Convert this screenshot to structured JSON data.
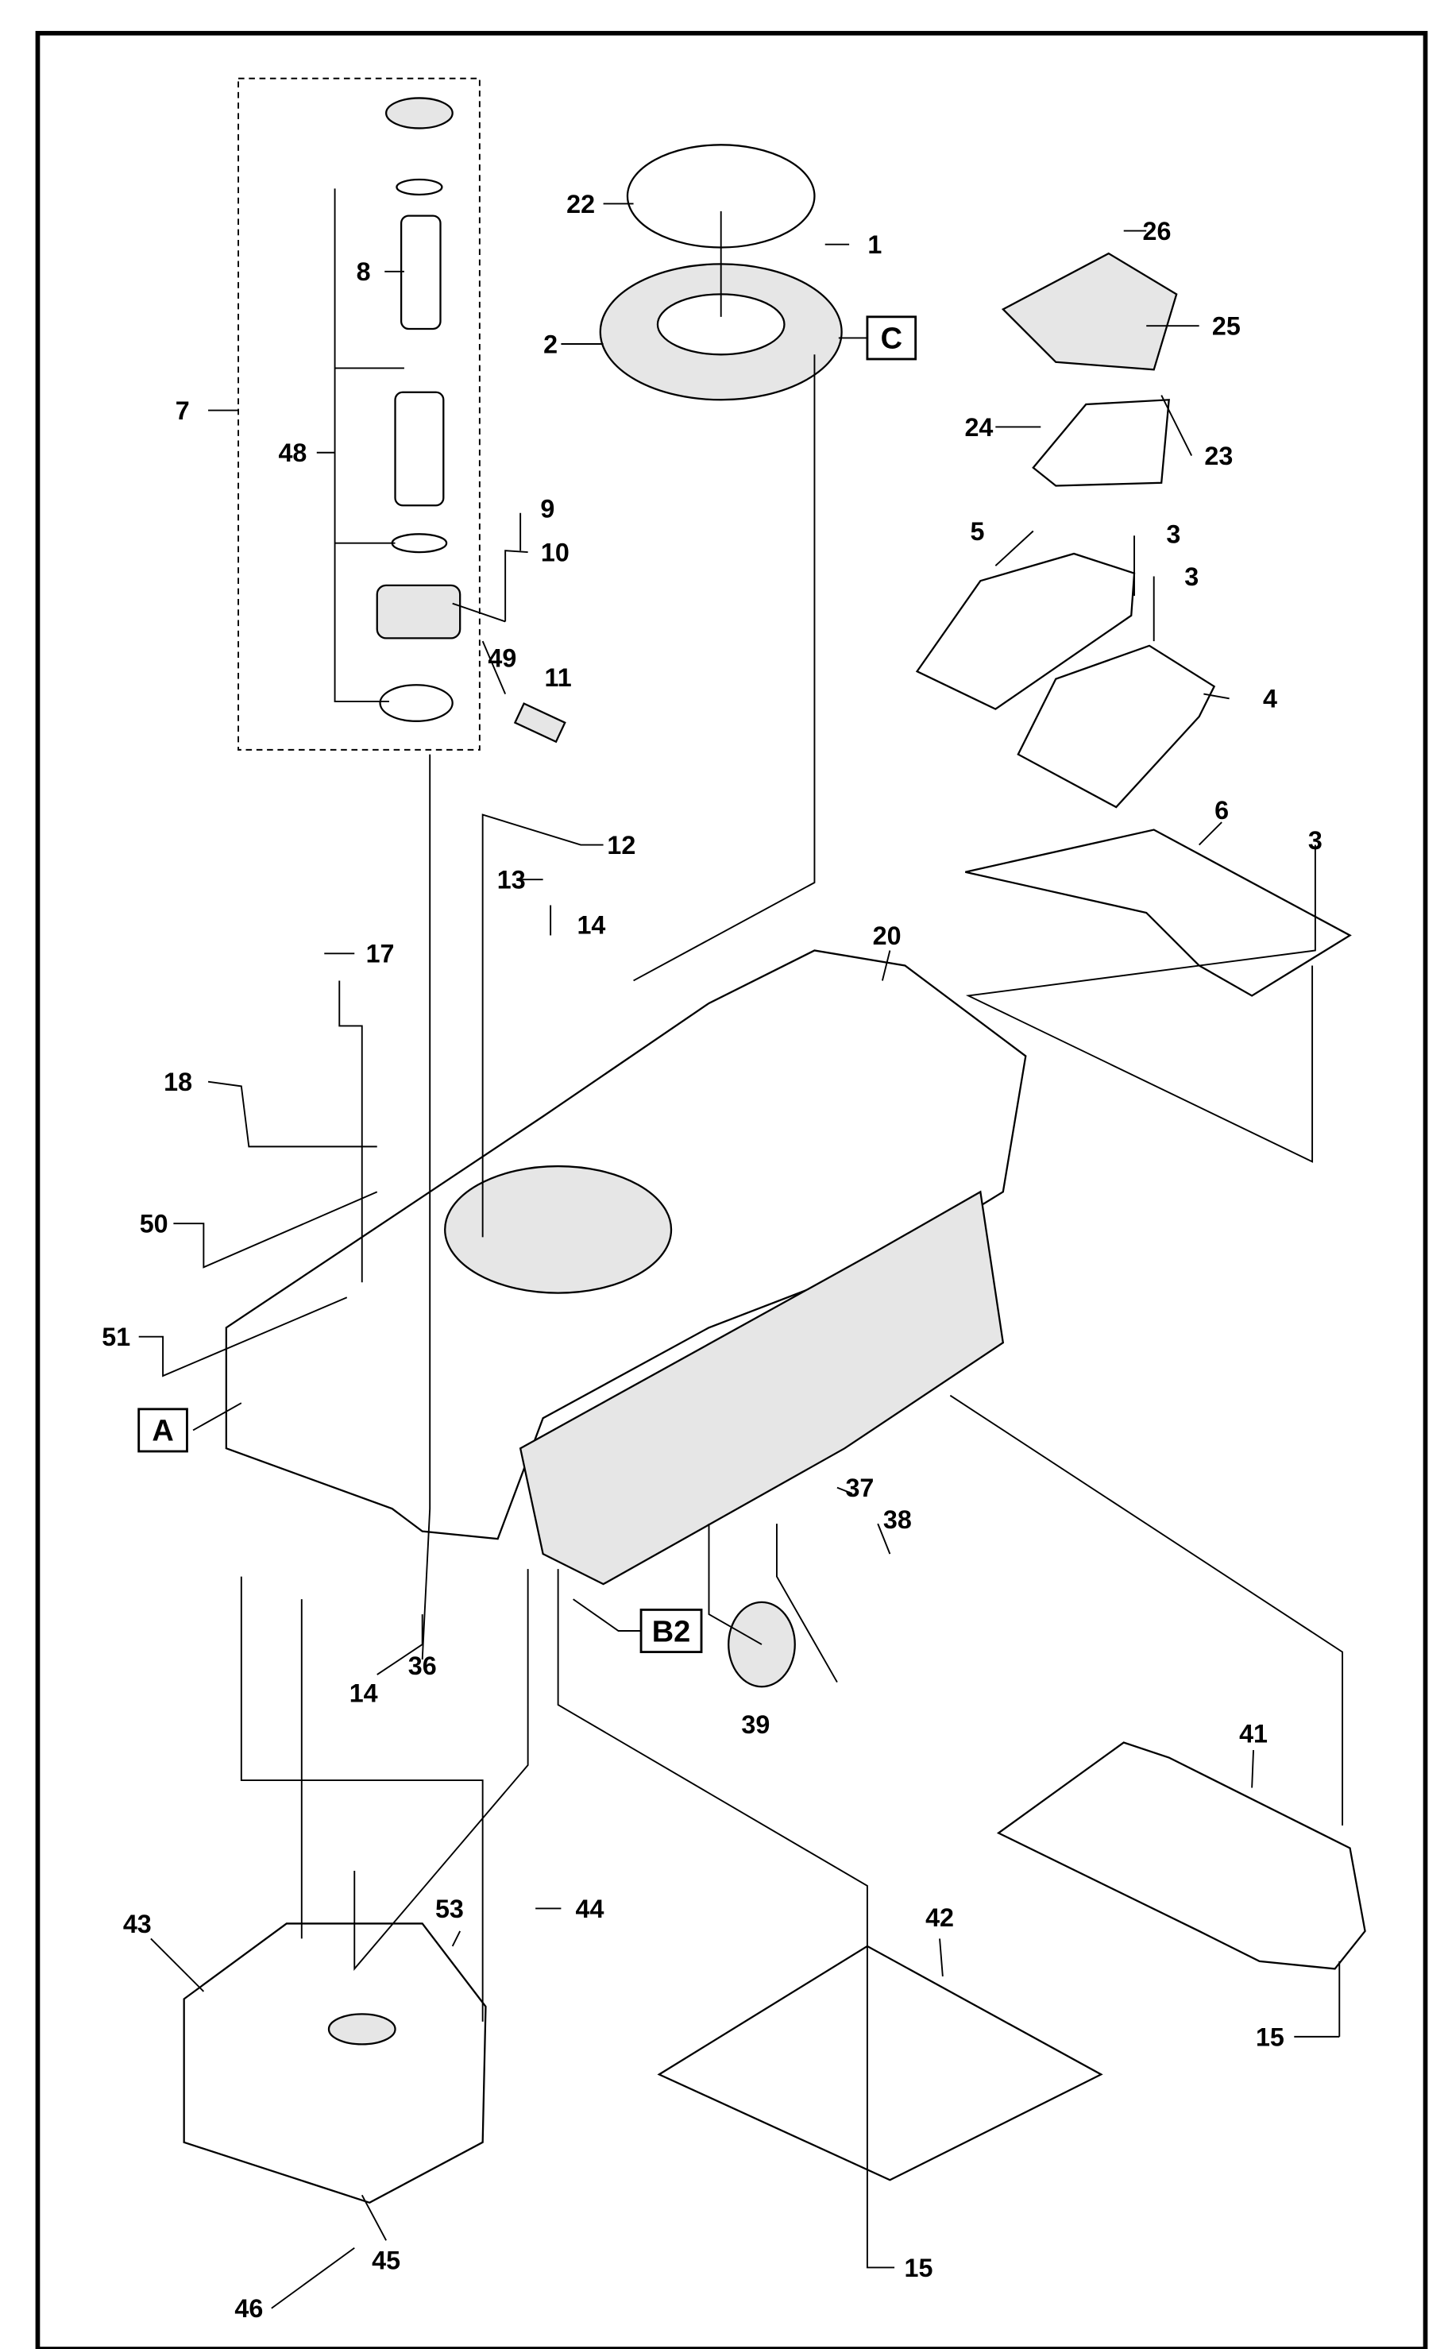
{
  "diagram": {
    "callouts": [
      "22",
      "1",
      "26",
      "2",
      "25",
      "8",
      "7",
      "48",
      "24",
      "23",
      "9",
      "10",
      "5",
      "3",
      "3",
      "49",
      "11",
      "4",
      "12",
      "6",
      "3",
      "13",
      "14",
      "17",
      "20",
      "18",
      "50",
      "51",
      "37",
      "38",
      "14",
      "36",
      "39",
      "41",
      "42",
      "43",
      "53",
      "44",
      "15",
      "45",
      "15",
      "46"
    ],
    "view_markers": [
      "C",
      "A",
      "B2"
    ]
  }
}
